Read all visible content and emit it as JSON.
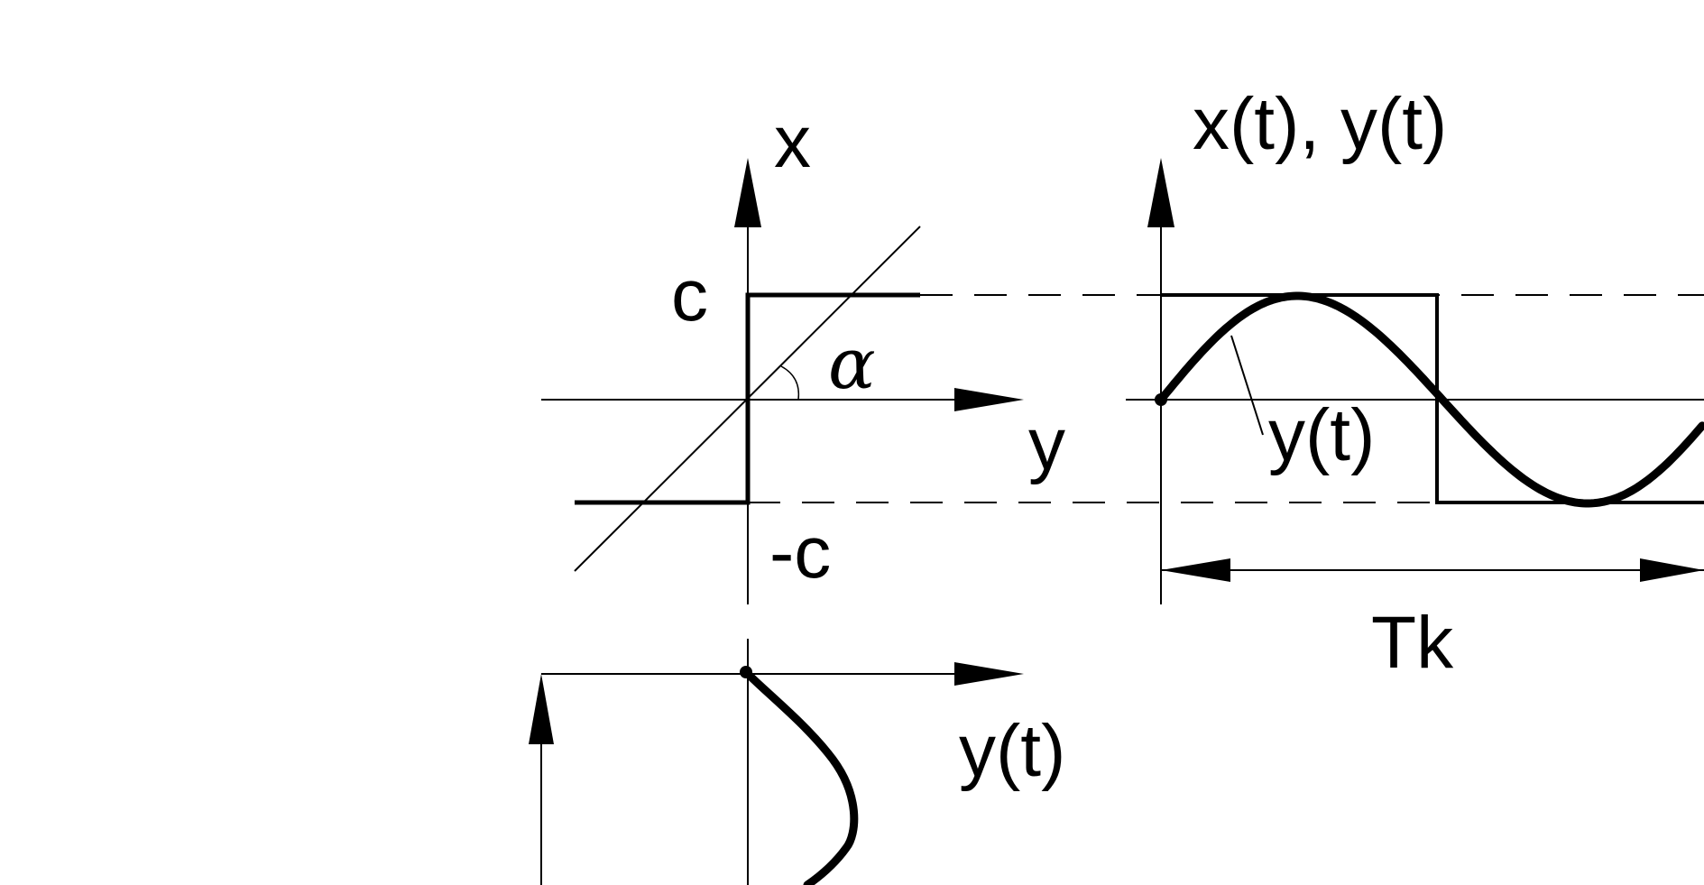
{
  "labels": {
    "x_axis": "x",
    "y_axis": "y",
    "c_level": "c",
    "neg_c_level": "-c",
    "alpha": "α",
    "time_plot_title": "x(t), y(t)",
    "y_t_curve": "y(t)",
    "period": "Tk",
    "y_t_lower": "y(t)"
  },
  "colors": {
    "ink": "#000000",
    "background": "#ffffff"
  }
}
